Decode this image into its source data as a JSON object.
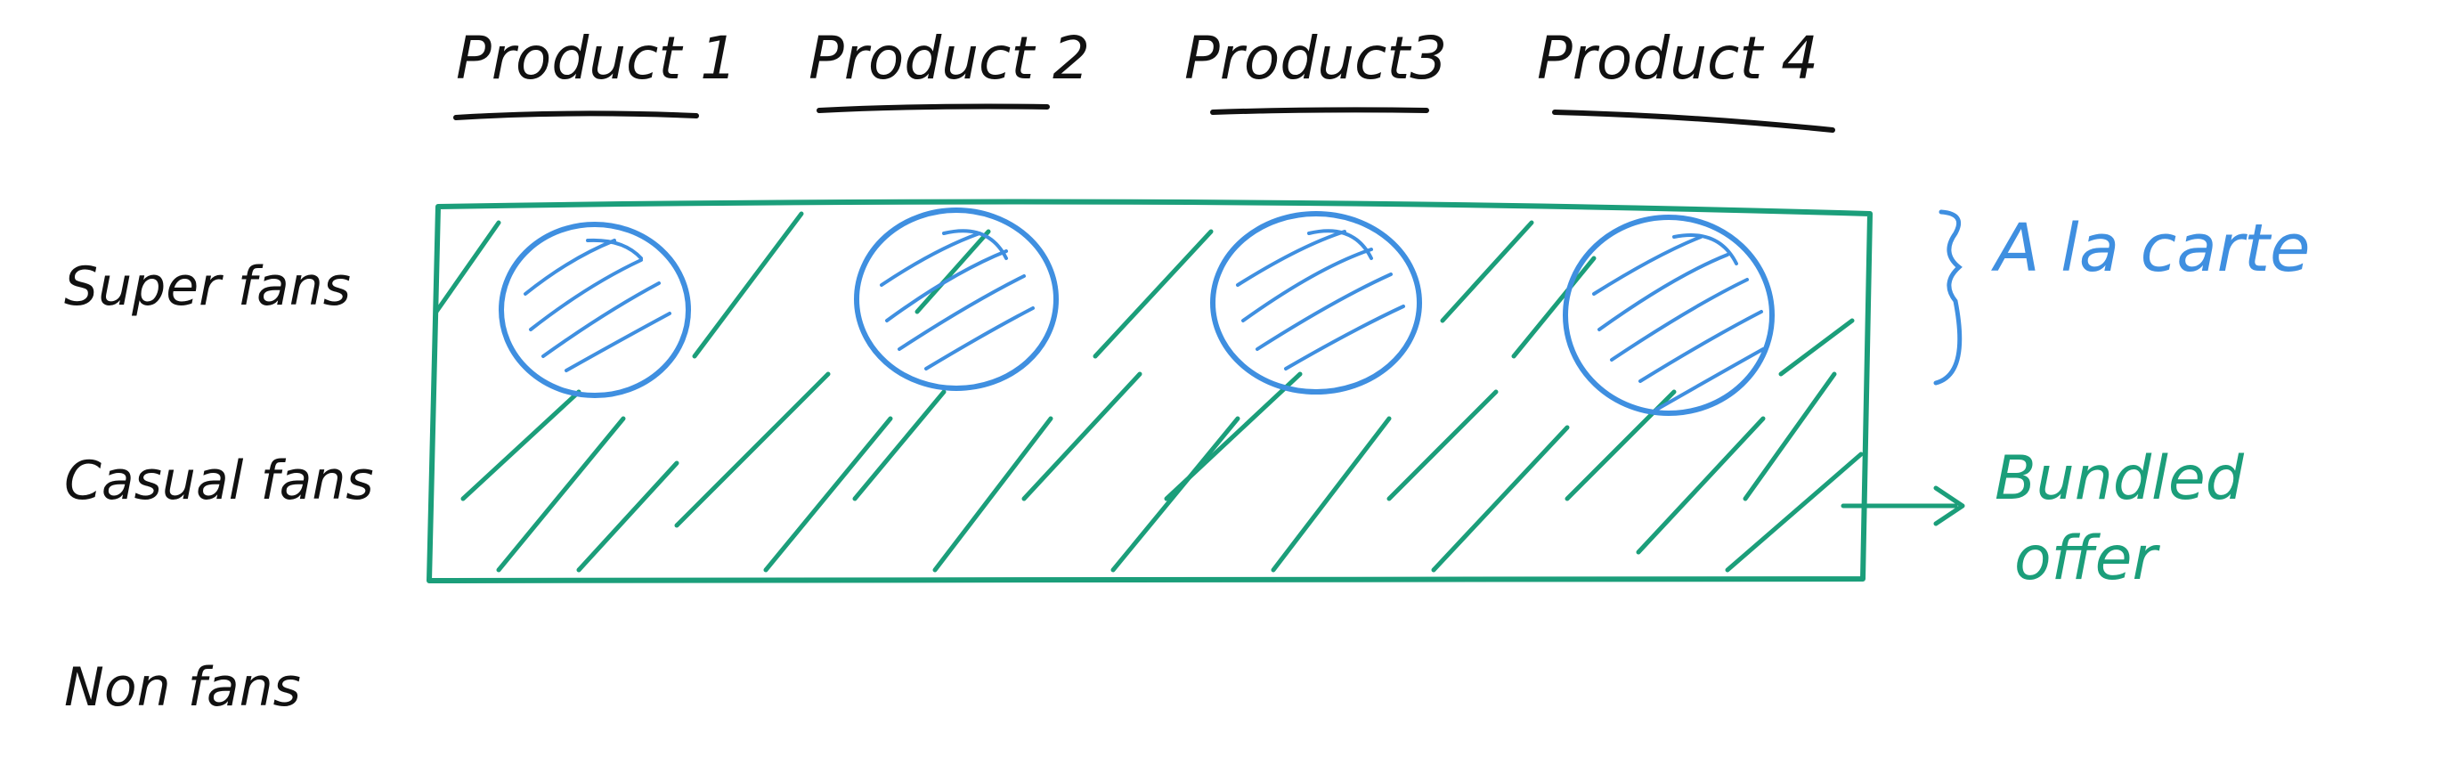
{
  "columns": [
    {
      "label": "Product 1"
    },
    {
      "label": "Product 2"
    },
    {
      "label": "Product3"
    },
    {
      "label": "Product 4"
    }
  ],
  "rows": [
    {
      "label": "Super fans"
    },
    {
      "label": "Casual fans"
    },
    {
      "label": "Non fans"
    }
  ],
  "annotations": {
    "a_la_carte": "A la carte",
    "bundled_line1": "Bundled",
    "bundled_line2": "offer"
  },
  "colors": {
    "ink": "#111111",
    "blue": "#3f8fe0",
    "green": "#1b9e7a"
  }
}
